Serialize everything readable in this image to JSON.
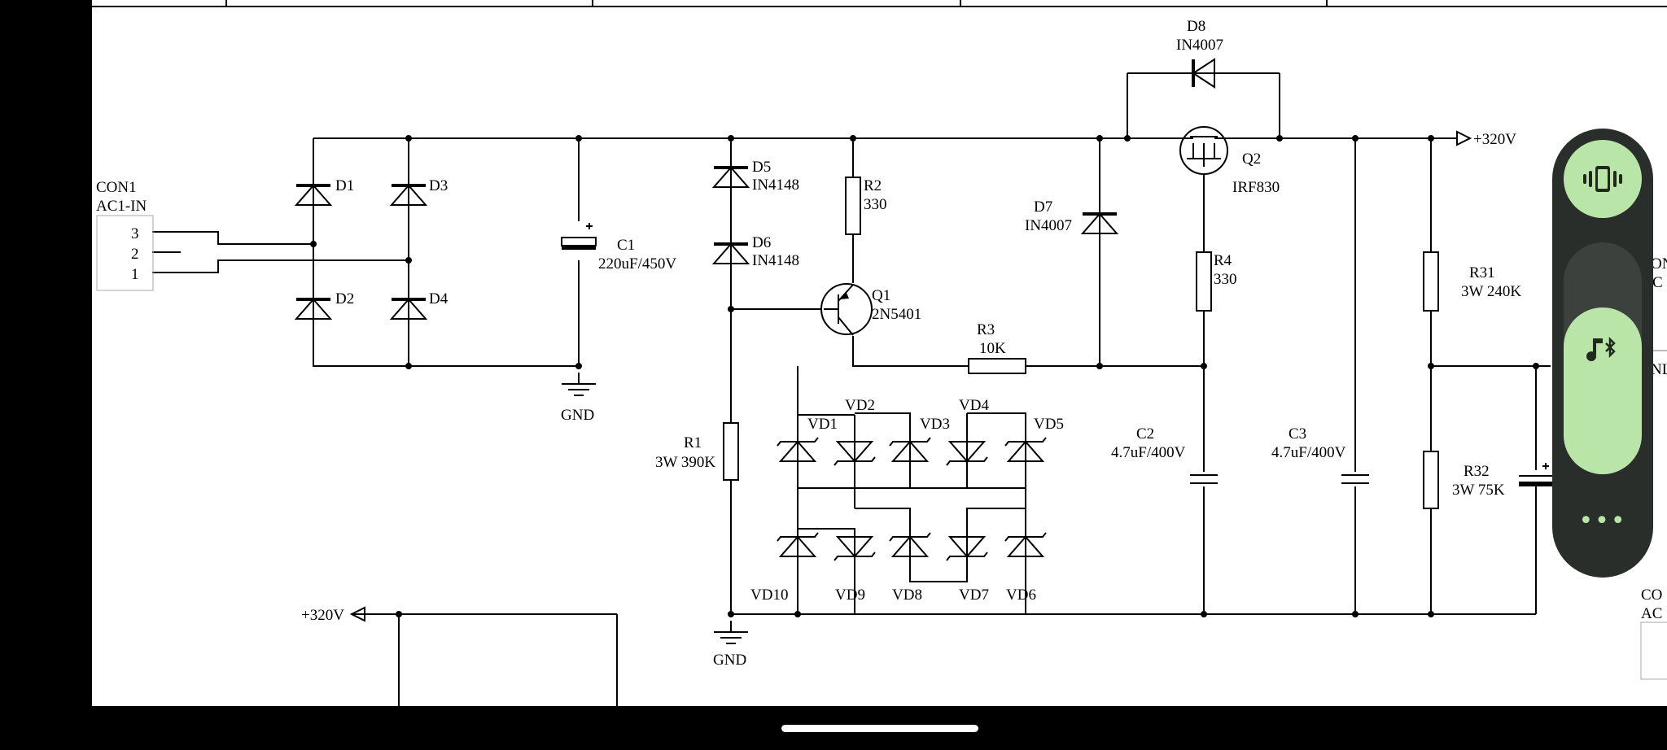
{
  "labels": {
    "con1_name": "CON1",
    "con1_value": "AC1-IN",
    "pin3": "3",
    "pin2": "2",
    "pin1": "1",
    "d1": "D1",
    "d2": "D2",
    "d3": "D3",
    "d4": "D4",
    "c1_name": "C1",
    "c1_value": "220uF/450V",
    "gnd1": "GND",
    "d5_name": "D5",
    "d5_value": "IN4148",
    "d6_name": "D6",
    "d6_value": "IN4148",
    "r2_name": "R2",
    "r2_value": "330",
    "q1_name": "Q1",
    "q1_value": "2N5401",
    "r1_name": "R1",
    "r1_value": "3W 390K",
    "gnd2": "GND",
    "d7_name": "D7",
    "d7_value": "IN4007",
    "d8_name": "D8",
    "d8_value": "IN4007",
    "q2_name": "Q2",
    "q2_value": "IRF830",
    "r4_name": "R4",
    "r4_value": "330",
    "r3_name": "R3",
    "r3_value": "10K",
    "vd1": "VD1",
    "vd2": "VD2",
    "vd3": "VD3",
    "vd4": "VD4",
    "vd5": "VD5",
    "vd6": "VD6",
    "vd7": "VD7",
    "vd8": "VD8",
    "vd9": "VD9",
    "vd10": "VD10",
    "c2_name": "C2",
    "c2_value": "4.7uF/400V",
    "c3_name": "C3",
    "c3_value": "4.7uF/400V",
    "r31_name": "R31",
    "r31_value": "3W 240K",
    "r32_name": "R32",
    "r32_value": "3W 75K",
    "v320_out": "+320V",
    "v320_in": "+320V",
    "edge_on": "ON",
    "edge_c": "C",
    "edge_nl": "NL",
    "edge_co": "CO",
    "edge_ac": "AC"
  },
  "panel": {
    "vibrate_icon": "vibrate-icon",
    "bt_audio_icon": "bluetooth-audio-icon",
    "more_icon": "more-horiz-icon",
    "more_glyph": "•••",
    "accent": "#b9e6a8",
    "background": "#2a2e2b"
  }
}
